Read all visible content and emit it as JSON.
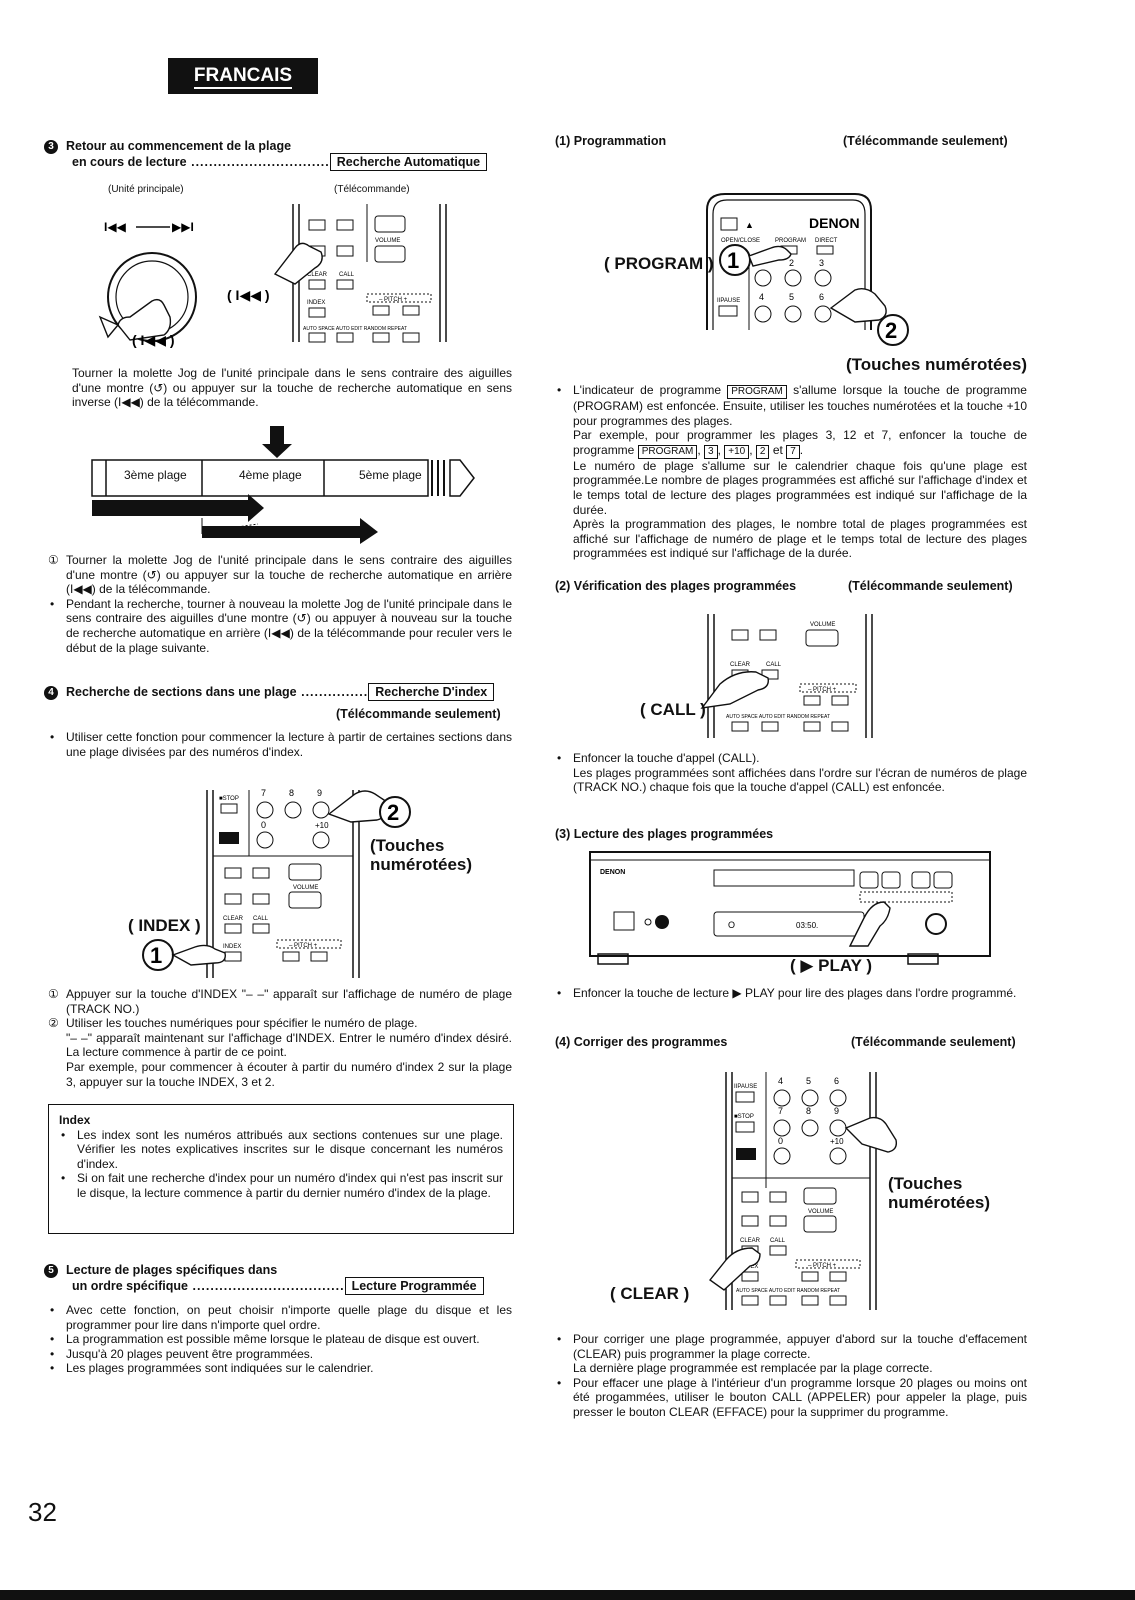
{
  "language_tab": "FRANCAIS",
  "page_number": "32",
  "left": {
    "s3": {
      "num": "3",
      "title_line1": "Retour au commencement de la plage",
      "title_line2": "en cours de lecture",
      "tag": "Recherche Automatique",
      "cap_unit": "(Unité principale)",
      "cap_remote": "(Télécommande)",
      "para": "Tourner la molette Jog de l'unité principale dans le sens contraire des aiguilles d'une montre (↺) ou appuyer sur la touche de recherche automatique en sens inverse (I◀◀) de la télécommande.",
      "track_3": "3ème plage",
      "track_4": "4ème plage",
      "track_5": "5ème plage",
      "step1_mark": "①",
      "step1": "Tourner la molette Jog de l'unité principale dans le sens contraire des aiguilles d'une montre (↺) ou appuyer sur la touche de recherche automatique en arrière (I◀◀) de la télécommande.",
      "bullet1": "Pendant la recherche, tourner à nouveau la molette Jog de l'unité principale dans le sens contraire des aiguilles d'une montre (↺) ou appuyer à nouveau sur la touche de recherche automatique en arrière (I◀◀) de la télécommande pour reculer vers le début de la plage suivante."
    },
    "s4": {
      "num": "4",
      "title": "Recherche de sections dans une plage",
      "tag": "Recherche D'index",
      "subtag": "(Télécommande seulement)",
      "bullet1": "Utiliser cette fonction pour commencer la lecture à partir de certaines sections dans une plage divisées par des numéros d'index.",
      "label_index": "( INDEX )",
      "label_touches": "(Touches numérotées)",
      "step1_mark": "①",
      "step1": "Appuyer sur la touche d'INDEX \"– –\" apparaît sur l'affichage de numéro de plage (TRACK NO.)",
      "step2_mark": "②",
      "step2_a": "Utiliser les touches numériques pour spécifier le numéro de plage.",
      "step2_b": "\"– –\" apparaît maintenant sur l'affichage d'INDEX. Entrer le numéro d'index désiré. La lecture commence à partir de ce point.",
      "step2_c": "Par exemple, pour commencer à écouter à partir du numéro d'index 2 sur la plage 3, appuyer sur la touche INDEX, 3 et 2."
    },
    "note": {
      "title": "Index",
      "bullet1": "Les index sont les numéros attribués aux sections contenues sur une plage. Vérifier les notes explicatives inscrites sur le disque concernant les numéros d'index.",
      "bullet2": "Si on fait une recherche d'index pour un numéro d'index qui n'est pas inscrit sur le disque, la lecture commence à partir du dernier numéro d'index de la plage."
    },
    "s5": {
      "num": "5",
      "title_line1": "Lecture de plages spécifiques dans",
      "title_line2": "un ordre spécifique",
      "tag": "Lecture Programmée",
      "bullet1": "Avec cette fonction, on peut choisir n'importe quelle plage du disque et les programmer pour lire dans n'importe quel ordre.",
      "bullet2": "La programmation est possible même lorsque le plateau de disque est ouvert.",
      "bullet3": "Jusqu'à 20 plages peuvent être programmées.",
      "bullet4": "Les plages programmées sont indiquées sur le calendrier."
    }
  },
  "right": {
    "p1": {
      "title": "(1)  Programmation",
      "sub": "(Télécommande seulement)",
      "label_program": "( PROGRAM )",
      "label_touches": "(Touches numérotées)",
      "brand": "DENON",
      "b1_a": "L'indicateur de programme",
      "b1_key": "PROGRAM",
      "b1_b": "s'allume lorsque la touche de programme (PROGRAM) est enfoncée. Ensuite, utiliser les touches numérotées et la touche +10 pour programmes des plages.",
      "b1_c": "Par exemple, pour programmer les plages 3, 12 et 7, enfoncer la touche de programme",
      "b1_k1": "PROGRAM",
      "b1_k2": "3",
      "b1_k3": "+10",
      "b1_k4": "2",
      "b1_et": "et",
      "b1_k5": "7",
      "b1_d": "Le numéro de plage s'allume sur le calendrier chaque fois qu'une plage est programmée.Le nombre de plages programmées est affiché sur l'affichage d'index et le temps total de lecture des plages programmées est indiqué sur l'affichage de la durée.",
      "b1_e": "Après la programmation des plages, le nombre total de plages programmées est affiché sur l'affichage de numéro de plage et le temps total de lecture des plages programmées est indiqué sur l'affichage de la durée."
    },
    "p2": {
      "title": "(2)  Vérification des plages programmées",
      "sub": "(Télécommande seulement)",
      "label_call": "( CALL )",
      "b1_a": "Enfoncer la touche d'appel (CALL).",
      "b1_b": "Les plages programmées sont affichées dans l'ordre sur l'écran de numéros de plage (TRACK NO.) chaque fois que la touche d'appel (CALL) est enfoncée."
    },
    "p3": {
      "title": "(3)  Lecture des plages programmées",
      "label_play": "( ▶ PLAY )",
      "brand": "DENON",
      "display": "03:50.",
      "b1": "Enfoncer la touche de lecture ▶ PLAY pour lire des plages dans l'ordre programmé."
    },
    "p4": {
      "title": "(4)  Corriger des programmes",
      "sub": "(Télécommande seulement)",
      "label_clear": "( CLEAR )",
      "label_touches": "(Touches numérotées)",
      "b1_a": "Pour corriger une plage programmée, appuyer d'abord sur la touche d'effacement (CLEAR) puis programmer la plage correcte.",
      "b1_b": "La dernière plage programmée est remplacée par la plage correcte.",
      "b2": "Pour effacer une plage à l'intérieur d'un programme lorsque 20 plages ou moins ont été progammées, utiliser le bouton CALL (APPELER) pour appeler la plage, puis presser le bouton CLEAR (EFFACE) pour la supprimer du programme."
    }
  },
  "remote_labels": {
    "volume": "VOLUME",
    "clear": "CLEAR",
    "call": "CALL",
    "index": "INDEX",
    "pitch": "–  PITCH  +",
    "autospace": "AUTO SPACE",
    "autoedit": "AUTO EDIT",
    "random": "RANDOM",
    "repeat": "REPEAT",
    "stop": "■STOP",
    "pause": "IIPAUSE",
    "program": "PROGRAM",
    "direct": "DIRECT",
    "openclose": "OPEN/CLOSE",
    "plus10": "+10"
  }
}
